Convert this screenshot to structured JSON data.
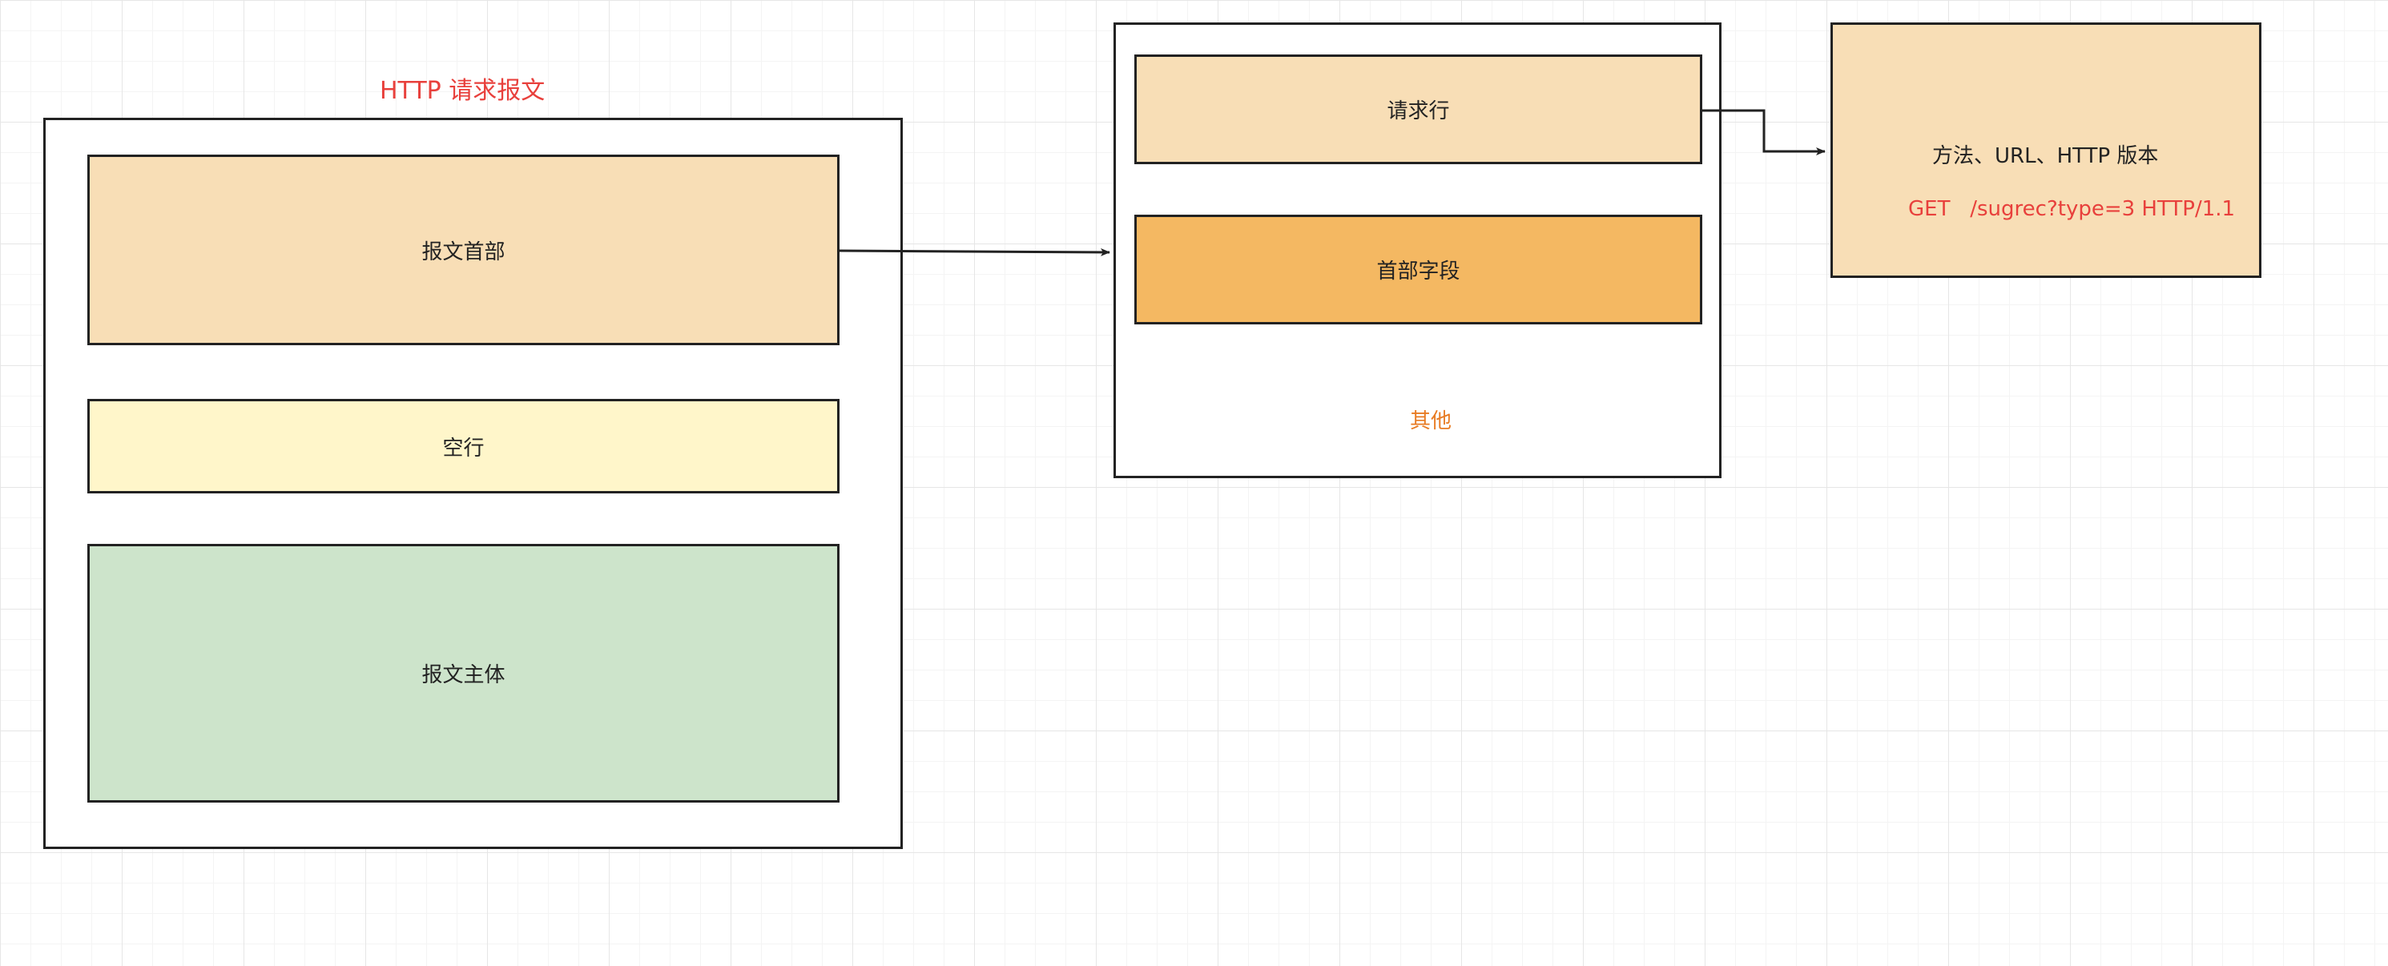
{
  "diagram": {
    "title": "HTTP 请求报文",
    "message": {
      "header_label": "报文首部",
      "blank_line_label": "空行",
      "body_label": "报文主体"
    },
    "header_detail": {
      "request_line_label": "请求行",
      "header_fields_label": "首部字段",
      "others_label": "其他"
    },
    "request_line_detail": {
      "line1": "方法、URL、HTTP 版本",
      "line2": "GET   /sugrec?type=3 HTTP/1.1"
    }
  },
  "colors": {
    "title_red": "#e8403c",
    "header_fill": "#f8deb6",
    "blank_line_fill": "#fff6ca",
    "body_fill": "#cde4cb",
    "header_fields_fill": "#f4b862",
    "others_orange": "#e87b23",
    "example_red": "#e8403c",
    "border": "#222222"
  }
}
